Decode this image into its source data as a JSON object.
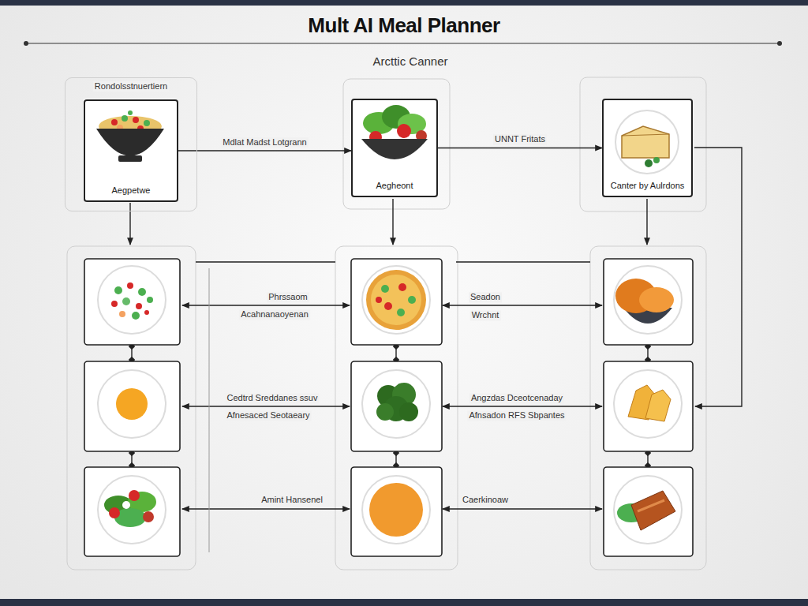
{
  "diagram": {
    "title": "Mult AI Meal Planner",
    "nodes": [
      {
        "text": [
          "Rondolsstnuertiern"
        ]
      },
      {
        "text": [
          "Aegpetwe"
        ],
        "in": 0
      },
      {
        "text": [
          "Aegheont"
        ]
      },
      {
        "text": [
          "Canter by Aulrdons"
        ]
      }
    ],
    "edges": [
      {
        "from": 1,
        "to": 2,
        "label": "Mdlat Madst Lotgrann",
        "arrow": "to"
      },
      {
        "from": 2,
        "to": 3,
        "label": "UNNT Fritats",
        "arrow": "to"
      }
    ],
    "labels": [
      "Arcttic Canner",
      "Phrssaom",
      "Acahnanaoyenan",
      "Seadon",
      "Wrchnt",
      "Cedtrd Sreddanes ssuv",
      "Afnesaced Seotaeary",
      "Angzdas Dceotcenaday",
      "Afnsadon RFS Sbpantes",
      "Amint Hansenel",
      "Caerkinoaw"
    ]
  }
}
